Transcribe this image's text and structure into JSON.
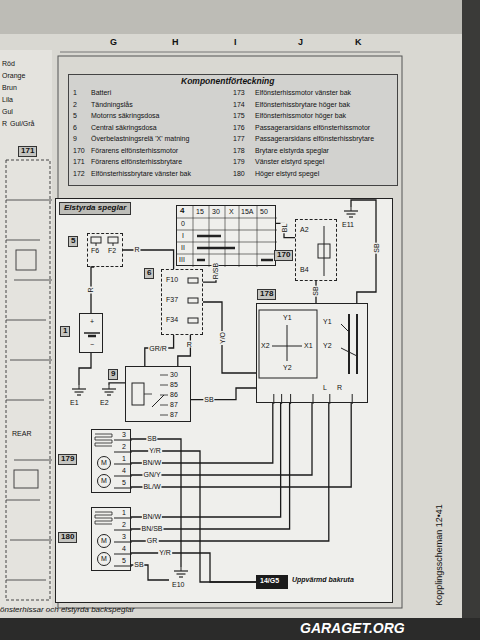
{
  "diagram": {
    "nodes": [
      {
        "text": [
          "Komponentförteckning",
          "1",
          "Batteri",
          "2",
          "Tändningslås",
          "5",
          "Motorns säkringsdosa",
          "6",
          "Central säkringsdosa",
          "9",
          "Överbelastningsrelä 'X' matning",
          "170",
          "Förarens elfönsterhissmotor",
          "171",
          "Förarens elfönsterhissbrytare",
          "172",
          "Elfönsterhissbrytare vänster bak",
          "173",
          "Elfönsterhissmotor vänster bak",
          "174",
          "Elfönsterhissbrytare höger bak",
          "175",
          "Elfönsterhissmotor höger bak",
          "176",
          "Passagerarsidans elfönsterhissmotor",
          "177",
          "Passagerarsidans elfönsterhissbrytare",
          "178",
          "Brytare elstyrda speglar",
          "179",
          "Vänster elstyrd spegel",
          "180",
          "Höger elstyrd spegel"
        ]
      },
      {
        "text": [
          "Elstyrda speglar"
        ]
      },
      {
        "text": [
          "5",
          "F6",
          "F2"
        ],
        "in": 1
      },
      {
        "text": [
          "1",
          "+",
          "−"
        ],
        "in": 1
      },
      {
        "text": [
          "4",
          "15",
          "30",
          "X",
          "15A",
          "50",
          "0",
          "I",
          "II",
          "III"
        ],
        "in": 1
      },
      {
        "text": [
          "6",
          "F10",
          "F37",
          "F34"
        ],
        "in": 1
      },
      {
        "text": [
          "9",
          "30",
          "85",
          "86",
          "87",
          "87"
        ],
        "in": 1
      },
      {
        "text": [
          "170",
          "A2",
          "B4"
        ],
        "in": 1
      },
      {
        "text": [
          "178",
          "Y1",
          "X2",
          "X1",
          "Y2",
          "Y1",
          "Y2",
          "L",
          "R"
        ],
        "in": 1
      },
      {
        "text": [
          "179",
          "M",
          "M",
          "3",
          "2",
          "1",
          "4",
          "5"
        ],
        "in": 1
      },
      {
        "text": [
          "180",
          "M",
          "M",
          "1",
          "2",
          "3",
          "4",
          "5"
        ],
        "in": 1
      },
      {
        "text": [
          "E11"
        ],
        "in": 1
      },
      {
        "text": [
          "E10"
        ],
        "in": 1
      },
      {
        "text": [
          "E1"
        ],
        "in": 1
      },
      {
        "text": [
          "E2"
        ],
        "in": 1
      },
      {
        "text": [
          "14/G5"
        ],
        "in": 1
      }
    ],
    "edges": [
      {
        "from": 2,
        "to": 3,
        "label": "R",
        "arrow": "none"
      },
      {
        "from": 2,
        "to": 5,
        "label": "R",
        "arrow": "none"
      },
      {
        "from": 4,
        "to": 5,
        "label": "R/SB",
        "arrow": "none"
      },
      {
        "from": 5,
        "to": 6,
        "label": "GR/R",
        "arrow": "none"
      },
      {
        "from": 5,
        "to": 6,
        "label": "R",
        "arrow": "none"
      },
      {
        "from": 5,
        "to": 8,
        "label": "Y/O",
        "arrow": "none"
      },
      {
        "from": 6,
        "to": 8,
        "label": "SB",
        "arrow": "none"
      },
      {
        "from": 7,
        "to": 8,
        "label": "SB",
        "arrow": "none"
      },
      {
        "from": 8,
        "to": 11,
        "label": "SB",
        "arrow": "none"
      },
      {
        "from": 4,
        "to": 7,
        "label": "BL",
        "arrow": "none"
      },
      {
        "from": 8,
        "to": 9,
        "label": "BN/W",
        "arrow": "none"
      },
      {
        "from": 8,
        "to": 9,
        "label": "GN/Y",
        "arrow": "none"
      },
      {
        "from": 8,
        "to": 9,
        "label": "BL/W",
        "arrow": "none"
      },
      {
        "from": 8,
        "to": 10,
        "label": "BN/W",
        "arrow": "none"
      },
      {
        "from": 8,
        "to": 10,
        "label": "BN/SB",
        "arrow": "none"
      },
      {
        "from": 8,
        "to": 10,
        "label": "GR",
        "arrow": "none"
      },
      {
        "from": 9,
        "to": 12,
        "label": "SB",
        "arrow": "none"
      },
      {
        "from": 9,
        "to": 15,
        "label": "Y/R",
        "arrow": "none"
      },
      {
        "from": 10,
        "to": 12,
        "label": "SB",
        "arrow": "none"
      },
      {
        "from": 10,
        "to": 15,
        "label": "Y/R",
        "arrow": "none"
      },
      {
        "from": 3,
        "to": 13,
        "arrow": "none"
      },
      {
        "from": 6,
        "to": 14,
        "arrow": "none"
      }
    ],
    "labels": [
      "Röd",
      "Orange",
      "Brun",
      "Lila",
      "Gul",
      "R",
      "Gul/Grå",
      "171",
      "REAR",
      "G",
      "H",
      "I",
      "J",
      "K",
      "Uppvärmd bakruta",
      "Kopplingsscheman 12•41",
      "önsterhissar och elstyrda backspeglar",
      "GARAGET.ORG"
    ]
  }
}
